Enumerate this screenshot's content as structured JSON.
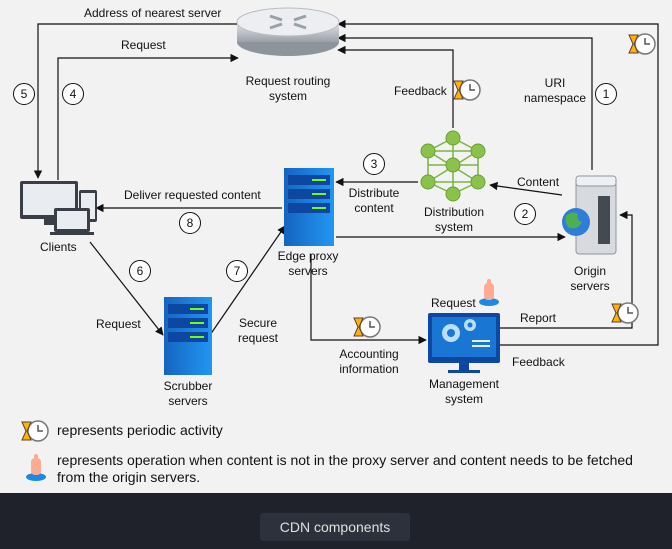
{
  "caption": "CDN components",
  "nodes": {
    "routing": "Request routing system",
    "distribution": "Distribution system",
    "origin": "Origin servers",
    "edge": "Edge proxy servers",
    "clients": "Clients",
    "scrubber": "Scrubber servers",
    "management": "Management system"
  },
  "edges": {
    "address": "Address of nearest server",
    "request_top": "Request",
    "uri_namespace": "URI namespace",
    "feedback_dist": "Feedback",
    "content": "Content",
    "distribute_content": "Distribute content",
    "deliver": "Deliver requested content",
    "request_scrubber": "Request",
    "secure_request": "Secure request",
    "accounting": "Accounting information",
    "request_mgmt": "Request",
    "report": "Report",
    "feedback_mgmt": "Feedback"
  },
  "steps": [
    "1",
    "2",
    "3",
    "4",
    "5",
    "6",
    "7",
    "8"
  ],
  "legend": {
    "periodic": "represents periodic activity",
    "on_demand": "represents operation when content is not in the proxy server and content needs to be fetched from the origin servers."
  },
  "colors": {
    "blue_server": "#1e88e5",
    "green_node": "#8bc34a",
    "management_screen": "#1565c0",
    "router_gray": "#b0b4ba",
    "canvas_bg": "#f2f2f2",
    "page_bg": "#1f222b"
  },
  "icons": [
    "periodic-activity-icon",
    "on-demand-hand-icon"
  ]
}
